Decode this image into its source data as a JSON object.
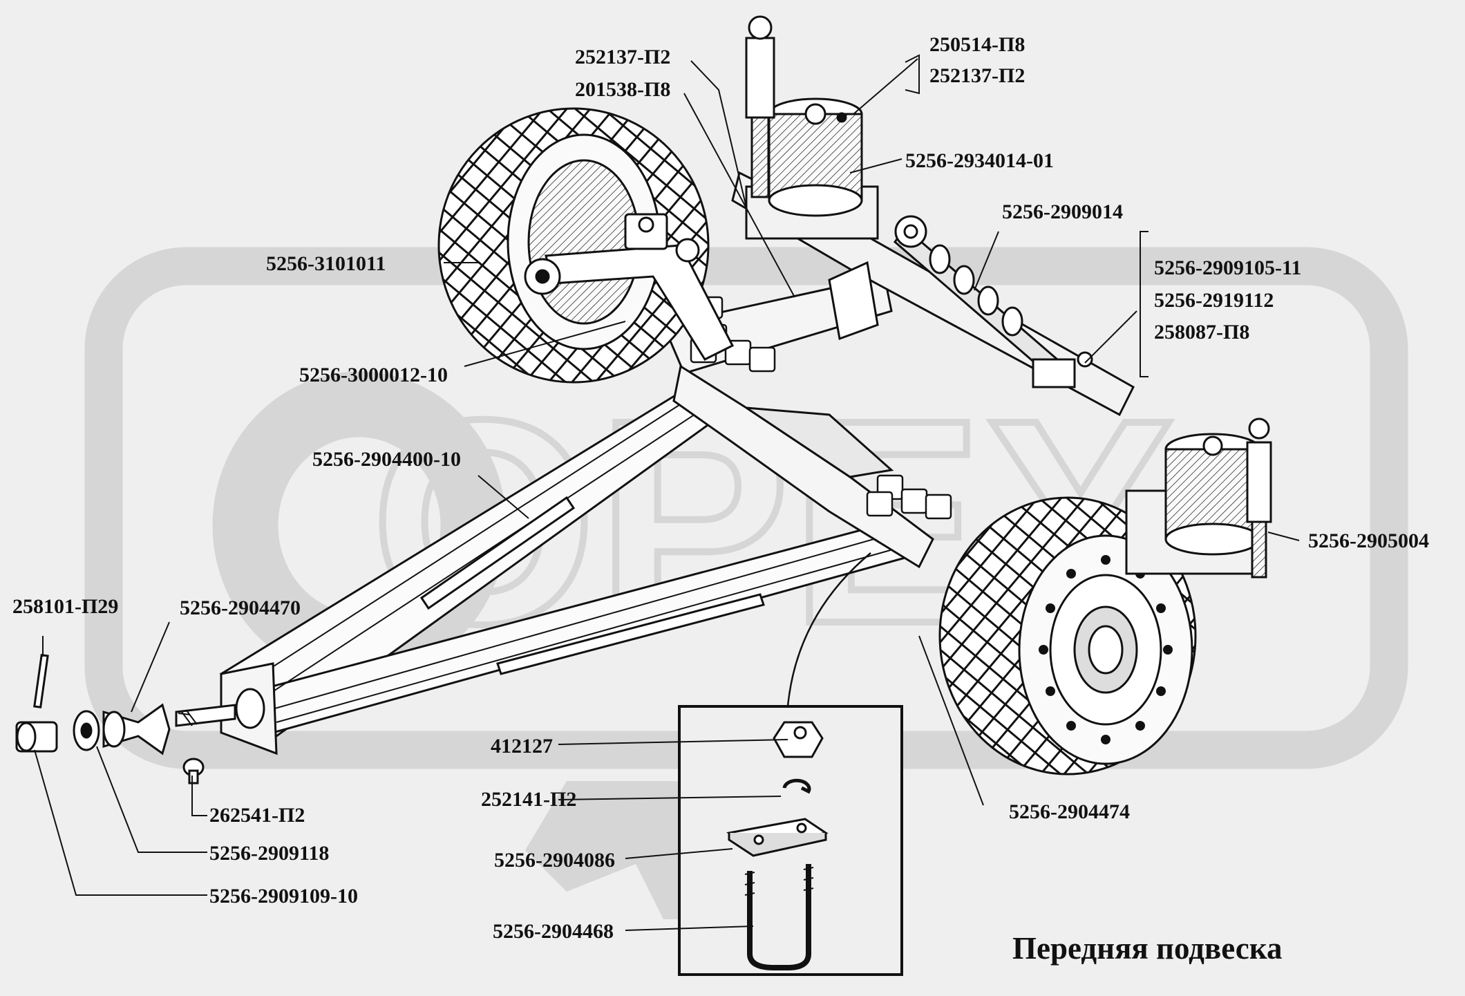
{
  "title": "Передняя подвеска",
  "watermark": "ОРЕХ",
  "colors": {
    "background": "#efefef",
    "watermark": "#d4d4d4",
    "ink": "#111111"
  },
  "labels": {
    "p250514": "250514-П8",
    "p252137b": "252137-П2",
    "p252137a": "252137-П2",
    "p201538": "201538-П8",
    "p2934014": "5256-2934014-01",
    "p2909014": "5256-2909014",
    "p3101011": "5256-3101011",
    "p2909105": "5256-2909105-11",
    "p2919112": "5256-2919112",
    "p258087": "258087-П8",
    "p3000012": "5256-3000012-10",
    "p2904400": "5256-2904400-10",
    "p2905004": "5256-2905004",
    "p258101": "258101-П29",
    "p2904470": "5256-2904470",
    "p412127": "412127",
    "p252141": "252141-П2",
    "p2904086": "5256-2904086",
    "p2904468": "5256-2904468",
    "p2904474": "5256-2904474",
    "p262541": "262541-П2",
    "p2909118": "5256-2909118",
    "p2909109": "5256-2909109-10"
  }
}
